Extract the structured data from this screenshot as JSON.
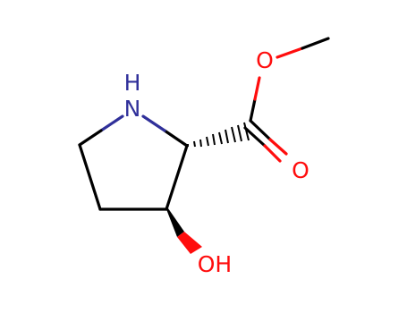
{
  "molecule": {
    "atoms": {
      "nh_h": "H",
      "nh_n": "N",
      "ester_o": "O",
      "carbonyl_o": "O",
      "hydroxyl": "OH"
    }
  },
  "colors": {
    "bond": "#000000",
    "nitrogen": "#30309a",
    "oxygen": "#ff0d0d",
    "background": "#ffffff"
  }
}
